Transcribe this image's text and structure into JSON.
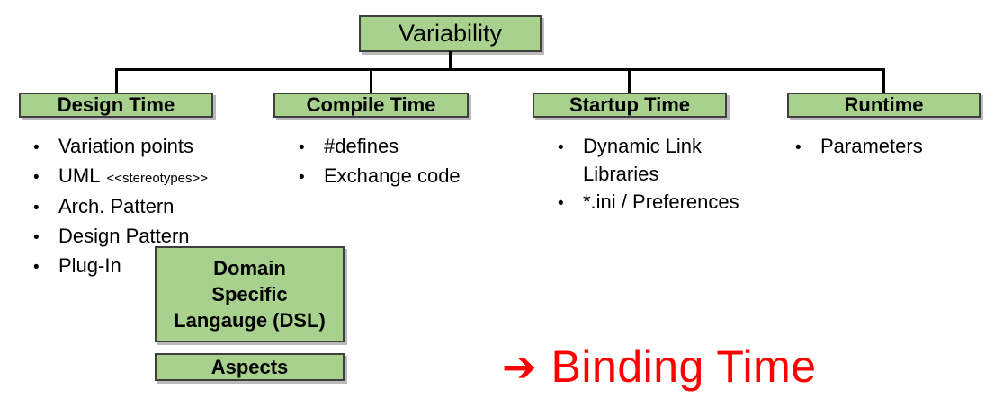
{
  "root_box": {
    "label": "Variability"
  },
  "bullet_char": "•",
  "columns": [
    {
      "header": "Design Time",
      "items": [
        {
          "text": "Variation points"
        },
        {
          "text": "UML",
          "small": "<<stereotypes>>"
        },
        {
          "text": "Arch. Pattern"
        },
        {
          "text": "Design Pattern"
        },
        {
          "text": "Plug-In"
        }
      ]
    },
    {
      "header": "Compile Time",
      "items": [
        {
          "text": "#defines"
        },
        {
          "text": "Exchange code"
        }
      ]
    },
    {
      "header": "Startup Time",
      "items": [
        {
          "text": "Dynamic Link Libraries"
        },
        {
          "text": "*.ini / Preferences"
        }
      ]
    },
    {
      "header": "Runtime",
      "items": [
        {
          "text": "Parameters"
        }
      ]
    }
  ],
  "floating_boxes": {
    "dsl": {
      "label": "Domain\nSpecific\nLangauge (DSL)"
    },
    "aspects": {
      "label": "Aspects"
    }
  },
  "annotation": {
    "arrow": "➔",
    "label": "Binding Time"
  },
  "colors": {
    "box_fill": "#a9d18e",
    "box_border": "#3f3f3f",
    "connector": "#000000",
    "text": "#000000",
    "annotation_red": "#ff0000"
  }
}
